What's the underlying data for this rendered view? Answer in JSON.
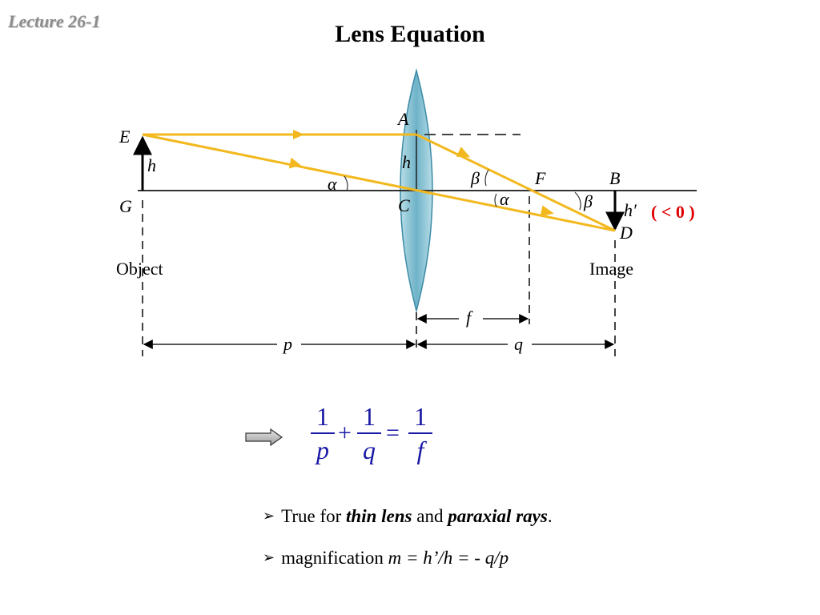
{
  "slide": {
    "lecture": "Lecture 26-1",
    "title": "Lens Equation"
  },
  "diagram": {
    "labels": {
      "E": "E",
      "h_obj": "h",
      "G": "G",
      "object": "Object",
      "A": "A",
      "h_lens": "h",
      "C": "C",
      "alpha1": "α",
      "beta1": "β",
      "F": "F",
      "alpha2": "α",
      "B": "B",
      "beta2": "β",
      "h_prime": "h′",
      "D": "D",
      "image": "Image",
      "f": "f",
      "p": "p",
      "q": "q",
      "neg_note": "( < 0 )"
    },
    "colors": {
      "ray": "#f2b81e",
      "lens_fill": "#8ec7d6",
      "lens_stroke": "#3a8aa6",
      "note": "#e00000"
    }
  },
  "equation": {
    "t1_num": "1",
    "t1_den": "p",
    "plus": "+",
    "t2_num": "1",
    "t2_den": "q",
    "equals": "=",
    "t3_num": "1",
    "t3_den": "f"
  },
  "bullets": {
    "b1_pre": "True for ",
    "b1_thin": "thin lens",
    "b1_and": " and ",
    "b1_para": "paraxial rays",
    "b1_end": ".",
    "b2_pre": "magnification ",
    "b2_formula": "m = h’/h = - q/p"
  }
}
